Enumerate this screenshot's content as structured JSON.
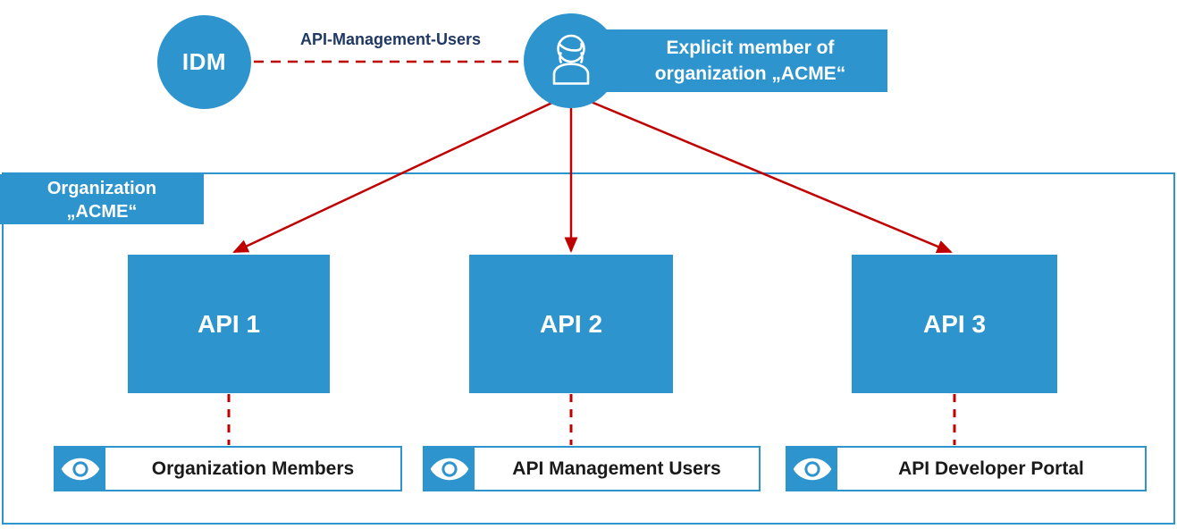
{
  "colors": {
    "brand_blue": "#2E94CE",
    "arrow_red": "#C00000",
    "label_navy": "#1F3864",
    "text_dark": "#1A1A1A",
    "background": "#FFFFFF"
  },
  "idm": {
    "label": "IDM"
  },
  "idm_edge": {
    "label": "API-Management-Users",
    "style": "dashed",
    "color": "#C00000"
  },
  "person": {
    "icon": "user-female-icon",
    "banner_line1": "Explicit member of",
    "banner_line2": "organization „ACME“"
  },
  "organization": {
    "label_line1": "Organization",
    "label_line2": "„ACME“"
  },
  "apis": [
    {
      "label": "API 1"
    },
    {
      "label": "API 2"
    },
    {
      "label": "API 3"
    }
  ],
  "visibilities": [
    {
      "icon": "eye-icon",
      "label": "Organization Members"
    },
    {
      "icon": "eye-icon",
      "label": "API Management Users"
    },
    {
      "icon": "eye-icon",
      "label": "API Developer Portal"
    }
  ]
}
